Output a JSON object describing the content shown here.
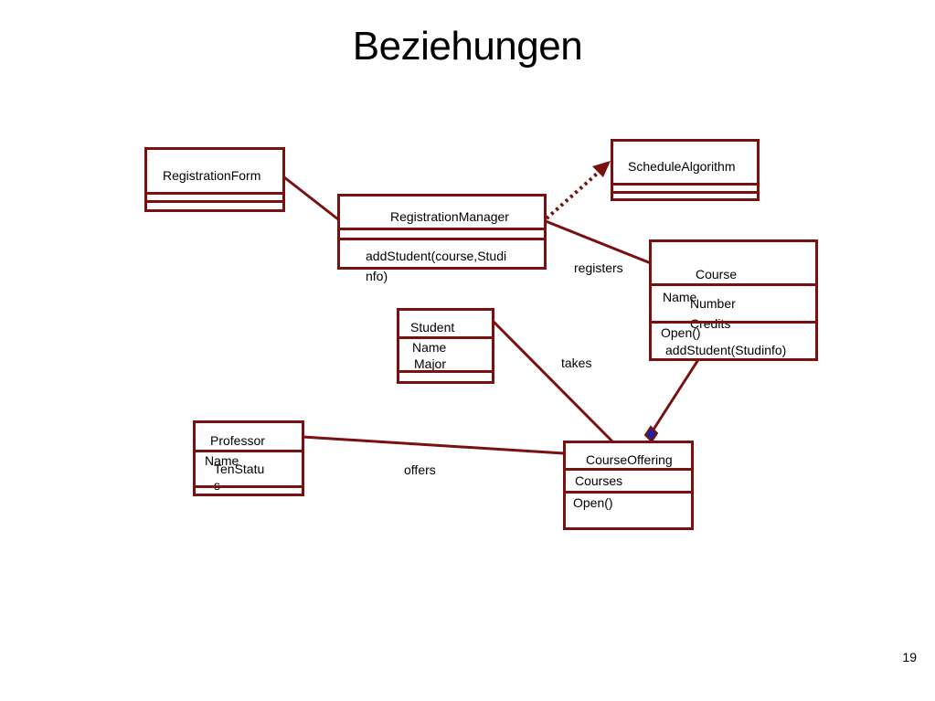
{
  "slide": {
    "title": "Beziehungen",
    "page_number": "19"
  },
  "colors": {
    "line": "#7a1010",
    "diamond_fill": "#2020a0"
  },
  "classes": {
    "registration_form": {
      "name": "RegistrationForm"
    },
    "schedule_algorithm": {
      "name": "ScheduleAlgorithm"
    },
    "registration_manager": {
      "name": "RegistrationManager",
      "op1_line1": "addStudent(course,Studi",
      "op1_line2": "nfo)"
    },
    "course": {
      "name": "Course",
      "attr_name": "Name",
      "attr_number": "Number",
      "attr_credits": "Credits",
      "op_open": "Open()",
      "op_add": "addStudent(Studinfo)"
    },
    "student": {
      "name": "Student",
      "attr_name": "Name",
      "attr_major": "Major"
    },
    "professor": {
      "name": "Professor",
      "attr_name": "Name",
      "attr_ten1": "TenStatu",
      "attr_ten2": "s"
    },
    "course_offering": {
      "name": "CourseOffering",
      "attr_courses": "Courses",
      "op_open": "Open()"
    }
  },
  "associations": {
    "registers": "registers",
    "takes": "takes",
    "offers": "offers"
  }
}
